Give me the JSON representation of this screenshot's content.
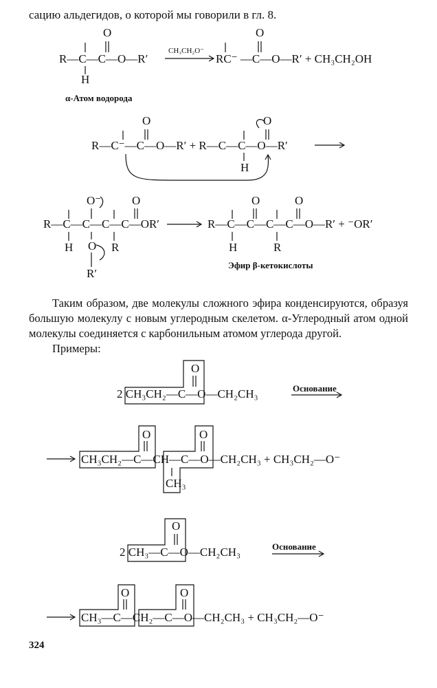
{
  "intro_line": "сацию альдегидов, о которой мы говорили в гл. 8.",
  "reaction1": {
    "reactant": "R—C—C—O—R′",
    "reactant_top_O": "O",
    "reactant_bottom_H": "H",
    "reagent": "CH₃CH₂O⁻",
    "product": "RC⁻ —C—O—R′ + CH₃CH₂OH",
    "product_top_O": "O",
    "label": "α-Атом водорода"
  },
  "reaction2": {
    "left": "R—C⁻—C—O—R′ + R—C—C—O—R′",
    "O1": "O",
    "O2": "O",
    "H": "H"
  },
  "reaction3": {
    "left": "R—C—C—C—C—OR′",
    "right": "R—C—C—C—C—O—R′ + ⁻OR′",
    "O_minus": "O⁻",
    "O_top": "O",
    "H": "H",
    "R_bottom": "R",
    "O_bottom": "O",
    "R_prime": "R′",
    "product_O1": "O",
    "product_O2": "O",
    "product_H": "H",
    "product_R": "R",
    "label": "Эфир β-кетокислоты"
  },
  "paragraph": "Таким образом, две молекулы сложного эфира конденсируются, образуя большую молекулу с новым углеродным скелетом. α-Углеродный атом одной молекулы соединяется с карбонильным атомом углерода другой.",
  "examples_heading": "Примеры:",
  "example1": {
    "reactant": "2 CH₃CH₂—C—O—CH₂CH₃",
    "reagent": "Основание",
    "product": "CH₃CH₂—C—CH—C—O—CH₂CH₃ + CH₃CH₂—O⁻",
    "O": "O",
    "CH3": "CH₃"
  },
  "example2": {
    "reactant": "2 CH₃—C—O—CH₂CH₃",
    "reagent": "Основание",
    "product": "CH₃—C—CH₂—C—O—CH₂CH₃ + CH₃CH₂—O⁻",
    "O": "O"
  },
  "page_number": "324"
}
